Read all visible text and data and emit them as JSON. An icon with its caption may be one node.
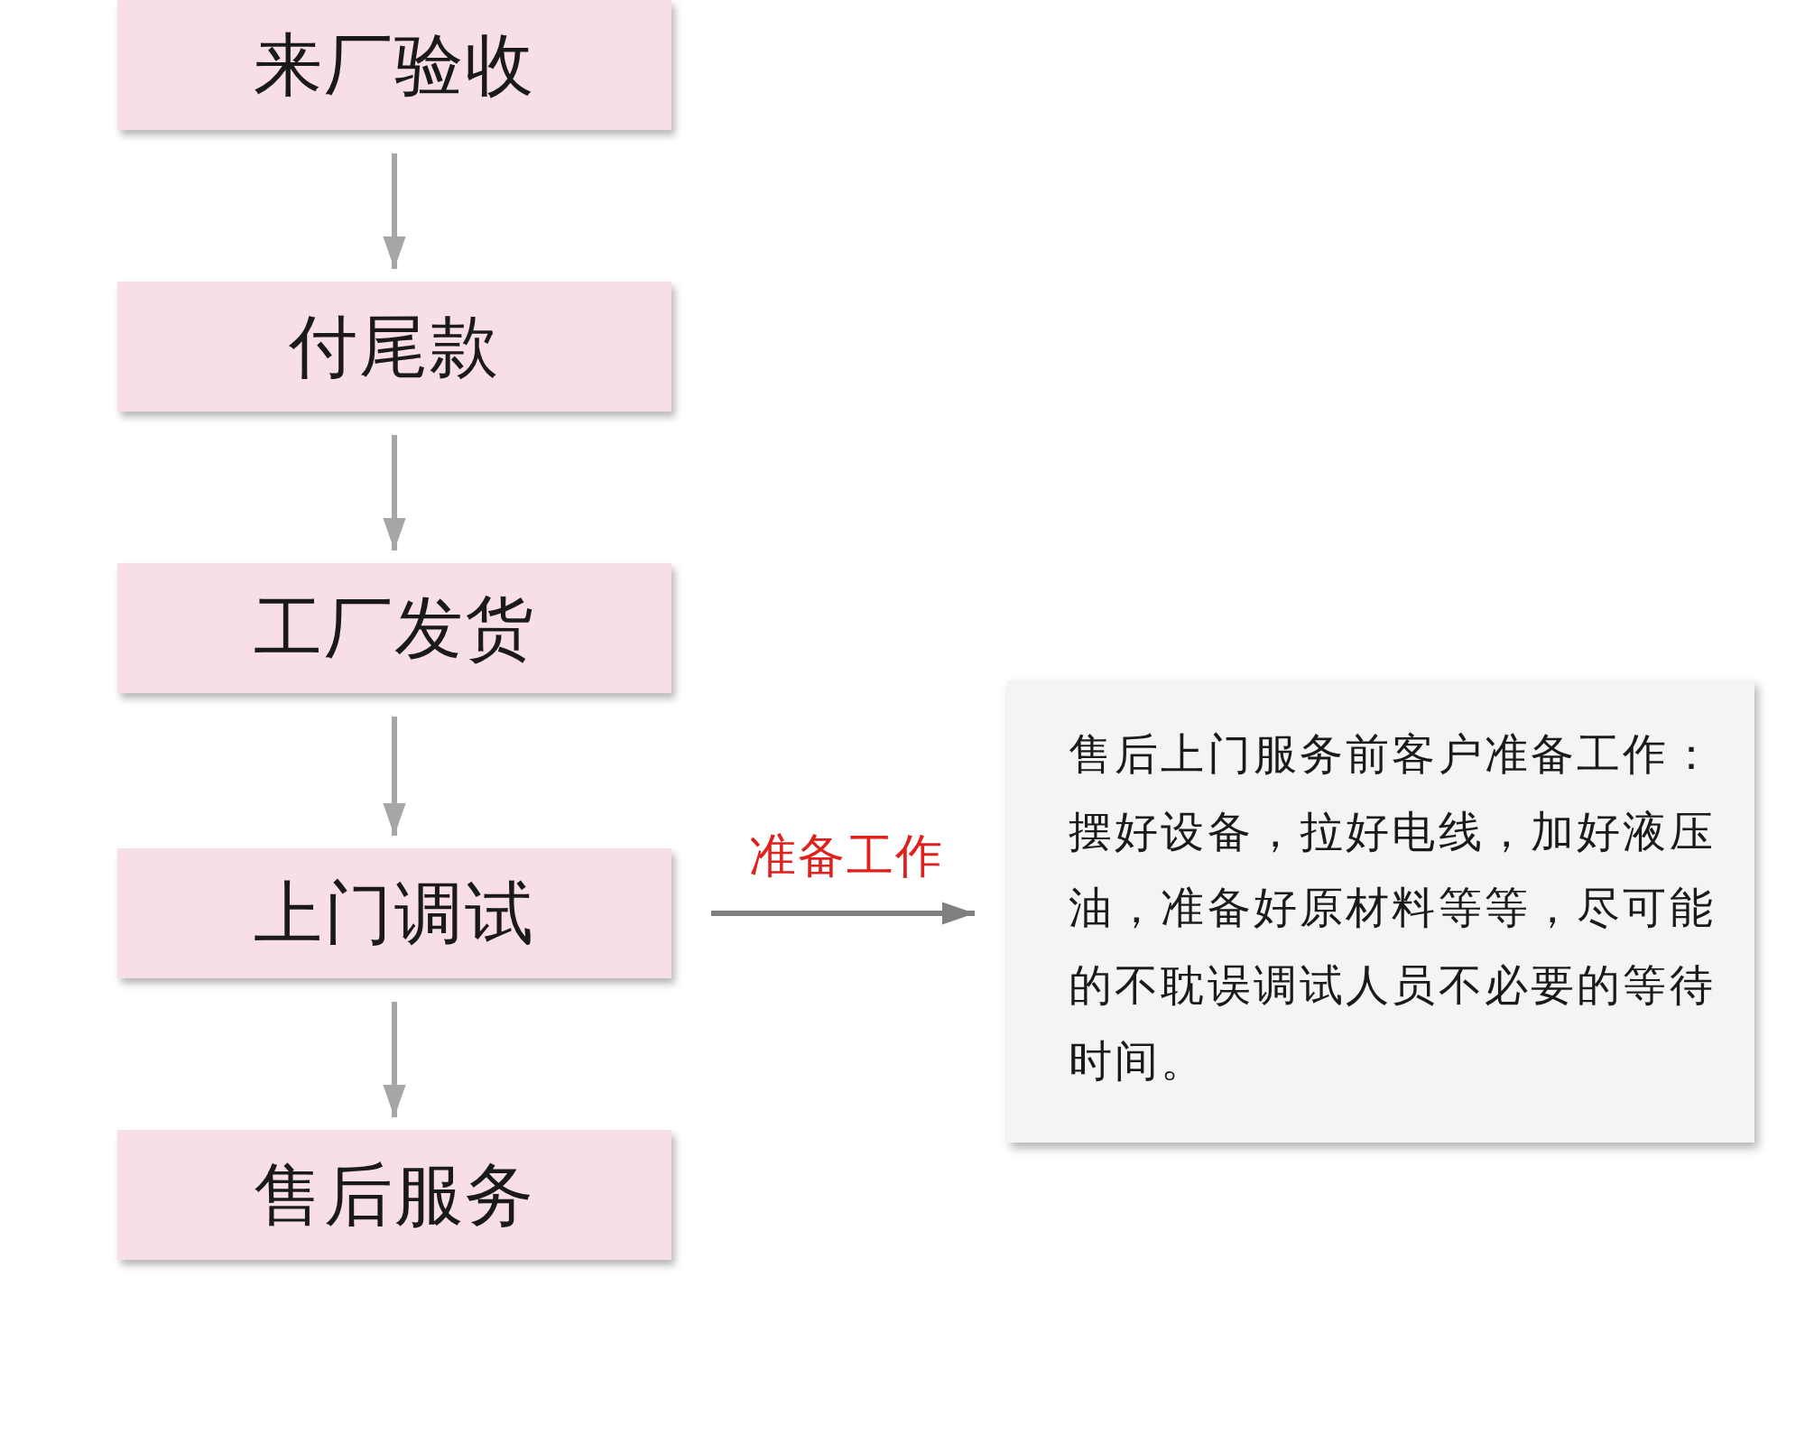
{
  "diagram": {
    "nodes": [
      {
        "text": [
          "来厂验收"
        ]
      },
      {
        "text": [
          "付尾款"
        ]
      },
      {
        "text": [
          "工厂发货"
        ]
      },
      {
        "text": [
          "上门调试"
        ]
      },
      {
        "text": [
          "售后服务"
        ]
      },
      {
        "text": [
          "售后上门服务前客户准备工作：摆好设备，拉好电线，加好液压油，准备好原材料等等，尽可能的不耽误调试人员不必要的等待时间。"
        ]
      }
    ],
    "edges": [
      {
        "from": 0,
        "to": 1,
        "arrow": "to"
      },
      {
        "from": 1,
        "to": 2,
        "arrow": "to"
      },
      {
        "from": 2,
        "to": 3,
        "arrow": "to"
      },
      {
        "from": 3,
        "to": 4,
        "arrow": "to"
      },
      {
        "from": 3,
        "to": 5,
        "arrow": "to",
        "label": "准备工作",
        "color": "#7f7f7f"
      }
    ]
  }
}
